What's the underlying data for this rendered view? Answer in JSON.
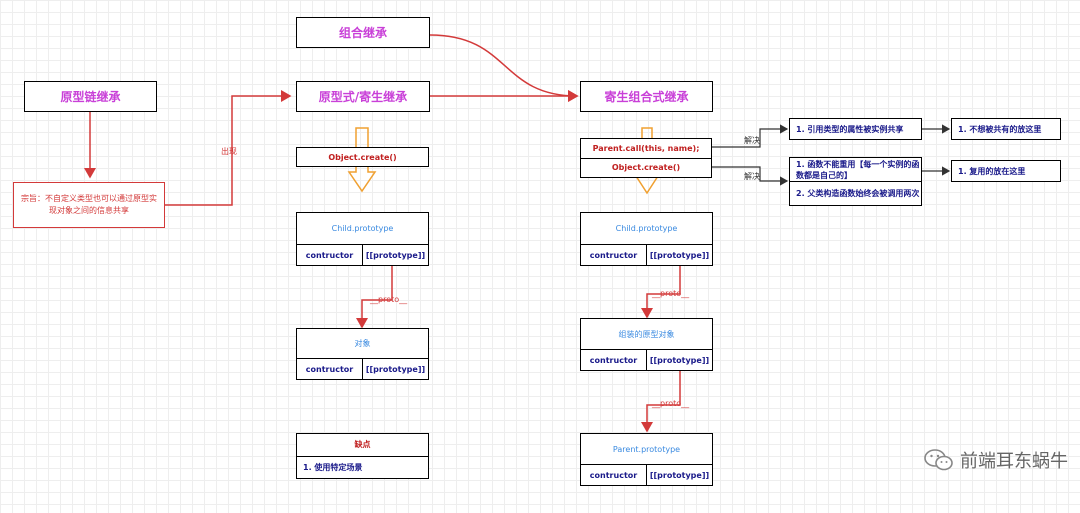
{
  "nodes": {
    "combination": "组合继承",
    "prototype_chain": "原型链继承",
    "prototypal_parasitic": "原型式/寄生继承",
    "parasitic_combination": "寄生组合式继承",
    "purpose": "宗旨：不自定义类型也可以通过原型实现对象之间的信息共享",
    "object_create_mid": "Object.create()",
    "parent_call": "Parent.call(this, name);",
    "object_create_right": "Object.create()"
  },
  "edge_labels": {
    "appear": "出现",
    "resolve_1": "解决",
    "resolve_2": "解决",
    "proto_mid": "__proto__",
    "proto_right_1": "__proto__",
    "proto_right_2": "__proto__"
  },
  "proto_boxes": {
    "mid_child": {
      "title": "Child.prototype",
      "left": "contructor",
      "right": "[[prototype]]"
    },
    "mid_object": {
      "title": "对象",
      "left": "contructor",
      "right": "[[prototype]]"
    },
    "right_child": {
      "title": "Child.prototype",
      "left": "contructor",
      "right": "[[prototype]]"
    },
    "right_assembled": {
      "title": "组装的原型对象",
      "left": "contructor",
      "right": "[[prototype]]"
    },
    "right_parent": {
      "title": "Parent.prototype",
      "left": "contructor",
      "right": "[[prototype]]"
    }
  },
  "defect": {
    "title": "缺点",
    "item": "1. 使用特定场景"
  },
  "problems": {
    "p1": "1. 引用类型的属性被实例共享",
    "p2a": "1. 函数不能重用【每一个实例的函数都是自己的】",
    "p2b": "2. 父类构造函数始终会被调用两次"
  },
  "solutions": {
    "s1": "1. 不想被共有的放这里",
    "s2": "1. 复用的放在这里"
  },
  "watermark": "前端耳东蜗牛",
  "colors": {
    "title": "#c940d8",
    "red": "#d33a3a",
    "blue": "#3a8ae0",
    "navy": "#1a1a8a",
    "orange": "#f0a030"
  }
}
